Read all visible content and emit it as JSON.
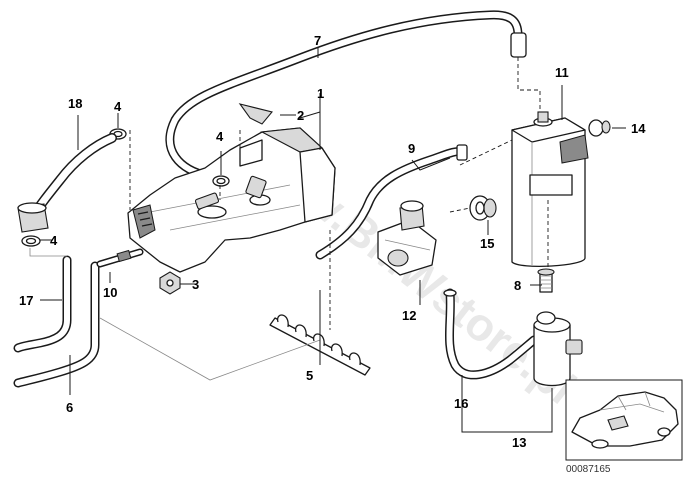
{
  "callouts": {
    "c1": "1",
    "c2": "2",
    "c3": "3",
    "c4a": "4",
    "c4b": "4",
    "c4c": "4",
    "c5": "5",
    "c6": "6",
    "c7": "7",
    "c8": "8",
    "c9": "9",
    "c10": "10",
    "c11": "11",
    "c12": "12",
    "c13": "13",
    "c14": "14",
    "c15": "15",
    "c16": "16",
    "c17": "17",
    "c18": "18"
  },
  "diagram_code": "00087165",
  "watermark": "www.BMWstore.pl",
  "colors": {
    "line": "#1a1a1a",
    "background": "#ffffff",
    "watermark": "#d6d6d6"
  }
}
